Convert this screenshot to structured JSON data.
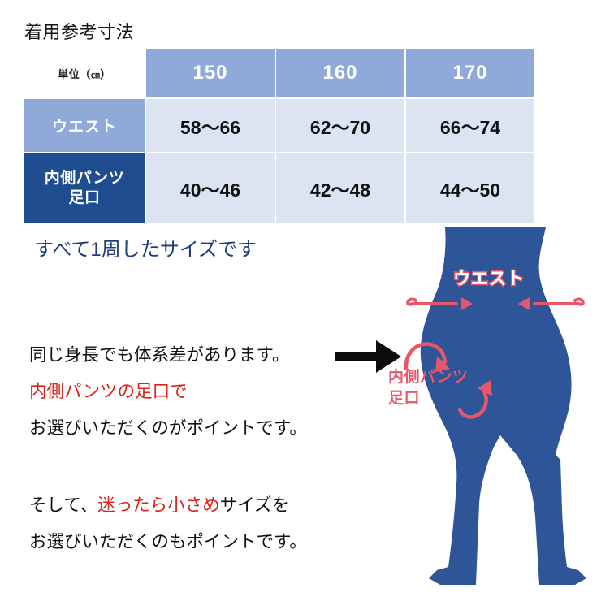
{
  "page": {
    "title": "着用参考寸法",
    "background_color": "#ffffff"
  },
  "colors": {
    "header_blue": "#8FAAD8",
    "dark_navy": "#1F4D8F",
    "cell_light_blue": "#DCE4F2",
    "figure_blue": "#2D5597",
    "accent_red": "#D8251C",
    "annotation_pink": "#E8566B",
    "note_blue": "#1F3E78"
  },
  "size_table": {
    "unit_label": "単位（㎝）",
    "unit_label_main": "単位（",
    "unit_label_small": "㎝",
    "unit_label_end": "）",
    "columns": [
      "150",
      "160",
      "170"
    ],
    "rows": [
      {
        "label": "ウエスト",
        "label_style": "light",
        "values": [
          "58〜66",
          "62〜70",
          "66〜74"
        ]
      },
      {
        "label": "内側パンツ\n足口",
        "label_line1": "内側パンツ",
        "label_line2": "足口",
        "label_style": "dark",
        "values": [
          "40〜46",
          "42〜48",
          "44〜50"
        ]
      }
    ]
  },
  "table_note": "すべて1周したサイズです",
  "copy": {
    "block1": {
      "line1": "同じ身長でも体系差があります。",
      "line2": "内側パンツの足口で",
      "line2_highlight": true,
      "line3": "お選びいただくのがポイントです。"
    },
    "block2": {
      "line1_part1": "そして、",
      "line1_highlight": "迷ったら小さめ",
      "line1_part2": "サイズを",
      "line2": "お選びいただくのもポイントです。"
    }
  },
  "illustration": {
    "waist_label": "ウエスト",
    "inner_pants_label_line1": "内側パンツ",
    "inner_pants_label_line2": "足口",
    "pointer_icon": "right-arrow-icon"
  }
}
